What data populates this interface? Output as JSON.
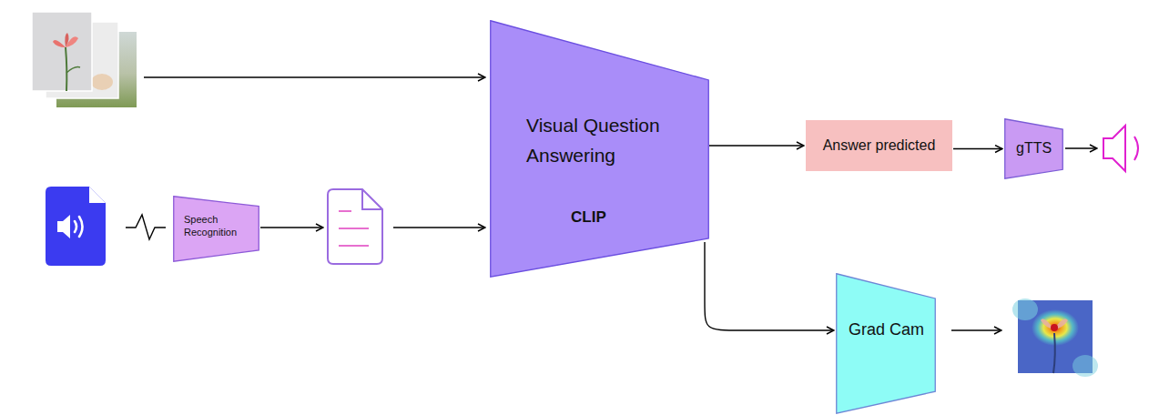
{
  "diagram": {
    "nodes": [
      {
        "text": [
          "Speech Recognition"
        ]
      },
      {
        "text": [
          "Visual Question Answering",
          "CLIP"
        ]
      },
      {
        "text": [
          "Answer predicted"
        ]
      },
      {
        "text": [
          "gTTS"
        ]
      },
      {
        "text": [
          "Grad Cam"
        ]
      }
    ],
    "edges": [
      {
        "from": 1,
        "to": 2,
        "arrow": "to"
      },
      {
        "from": 2,
        "to": 3,
        "arrow": "to"
      },
      {
        "from": 1,
        "to": 4,
        "arrow": "to"
      }
    ]
  }
}
